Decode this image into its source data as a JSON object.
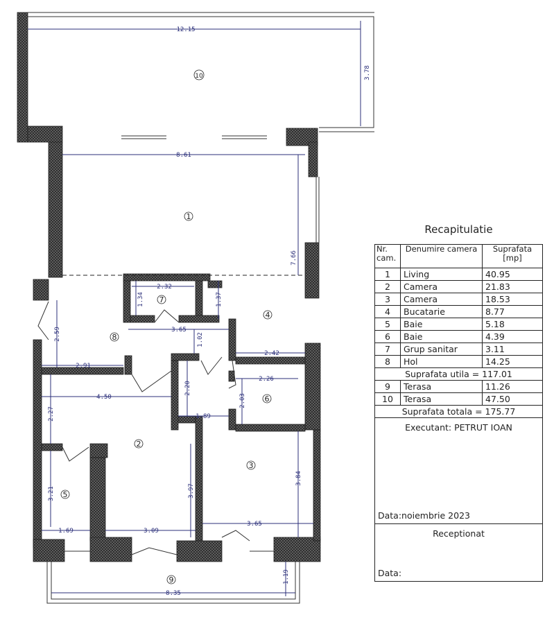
{
  "plan": {
    "rooms": [
      "1",
      "2",
      "3",
      "4",
      "5",
      "6",
      "7",
      "8",
      "9",
      "10"
    ],
    "dimensions": {
      "terrace10_width": "12.15",
      "terrace10_depth": "3.78",
      "living_width": "8.61",
      "living_depth": "7.66",
      "wc7_width": "2.32",
      "wc7_depth": "1.34",
      "kitchen_depth": "1.37",
      "hall_width": "3.65",
      "hall_gap": "1.02",
      "hall_left_depth": "2.59",
      "hall_left_width": "2.91",
      "kitchen_width": "2.42",
      "bath6_width": "2.26",
      "passage_depth": "2.20",
      "bath6_depth": "2.03",
      "room2_width": "4.50",
      "passage_width": "1.89",
      "room2_upper_depth": "2.27",
      "bath5_depth": "3.21",
      "room2_depth": "3.97",
      "room3_depth": "3.84",
      "bath5_width": "1.69",
      "room2_lower_width": "3.09",
      "room3_width": "3.65",
      "terrace9_depth": "1.19",
      "terrace9_width": "8.35"
    },
    "colors": {
      "dimension": "#2b2f7a",
      "wall": "#555555"
    }
  },
  "recap": {
    "title": "Recapitulatie",
    "headers": [
      "Nr. cam.",
      "Denumire camera",
      "Suprafata [mp]"
    ],
    "rows": [
      {
        "nr": "1",
        "name": "Living",
        "area": "40.95"
      },
      {
        "nr": "2",
        "name": "Camera",
        "area": "21.83"
      },
      {
        "nr": "3",
        "name": "Camera",
        "area": "18.53"
      },
      {
        "nr": "4",
        "name": "Bucatarie",
        "area": "8.77"
      },
      {
        "nr": "5",
        "name": "Baie",
        "area": "5.18"
      },
      {
        "nr": "6",
        "name": "Baie",
        "area": "4.39"
      },
      {
        "nr": "7",
        "name": "Grup sanitar",
        "area": "3.11"
      },
      {
        "nr": "8",
        "name": "Hol",
        "area": "14.25"
      }
    ],
    "useful_total": "Suprafata utila = 117.01",
    "terraces": [
      {
        "nr": "9",
        "name": "Terasa",
        "area": "11.26"
      },
      {
        "nr": "10",
        "name": "Terasa",
        "area": "47.50"
      }
    ],
    "grand_total": "Suprafata totala = 175.77",
    "executant": "Executant: PETRUT IOAN",
    "date": "Data:noiembrie 2023",
    "received": "Receptionat",
    "date_blank": "Data:"
  }
}
